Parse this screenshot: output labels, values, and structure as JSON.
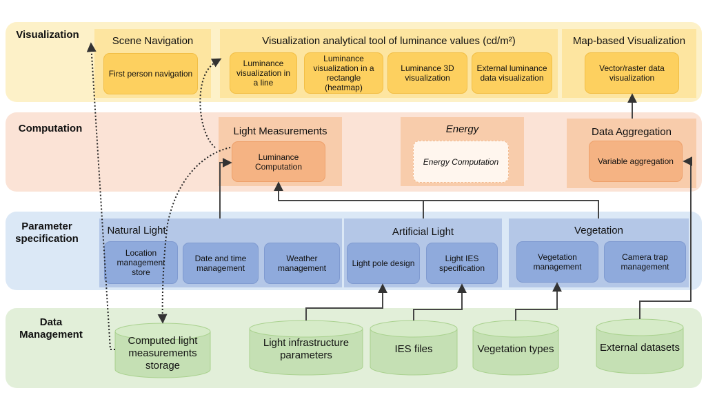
{
  "layers": {
    "visualization": "Visualization",
    "computation": "Computation",
    "parameter": "Parameter specification",
    "data": "Data Management"
  },
  "visualization": {
    "scene_navigation": {
      "title": "Scene Navigation",
      "items": [
        "First person navigation"
      ]
    },
    "analytical_tool": {
      "title": "Visualization analytical tool of luminance values (cd/m²)",
      "items": [
        "Luminance visualization in a line",
        "Luminance visualization in a rectangle (heatmap)",
        "Luminance 3D visualization",
        "External luminance data visualization"
      ]
    },
    "map_based": {
      "title": "Map-based Visualization",
      "items": [
        "Vector/raster data visualization"
      ]
    }
  },
  "computation": {
    "light_measurements": {
      "title": "Light Measurements",
      "items": [
        "Luminance Computation"
      ]
    },
    "energy": {
      "title": "Energy",
      "items": [
        "Energy Computation"
      ]
    },
    "data_aggregation": {
      "title": "Data Aggregation",
      "items": [
        "Variable aggregation"
      ]
    }
  },
  "parameter": {
    "natural_light": {
      "title": "Natural Light",
      "items": [
        "Location management store",
        "Date and time management",
        "Weather management"
      ]
    },
    "artificial_light": {
      "title": "Artificial Light",
      "items": [
        "Light pole design",
        "Light IES specification"
      ]
    },
    "vegetation": {
      "title": "Vegetation",
      "items": [
        "Vegetation management",
        "Camera trap management"
      ]
    }
  },
  "data_management": {
    "stores": [
      "Computed light measurements storage",
      "Light infrastructure parameters",
      "IES files",
      "Vegetation types",
      "External datasets"
    ]
  },
  "colors": {
    "visualization_band": "#fdf1c8",
    "visualization_group": "#fde5a0",
    "computation_band": "#fbe3d6",
    "computation_group": "#f8ccab",
    "parameter_band": "#dbe8f6",
    "parameter_group": "#b4c7e7",
    "data_band": "#e2efd9",
    "cylinder": "#c5e0b4"
  }
}
